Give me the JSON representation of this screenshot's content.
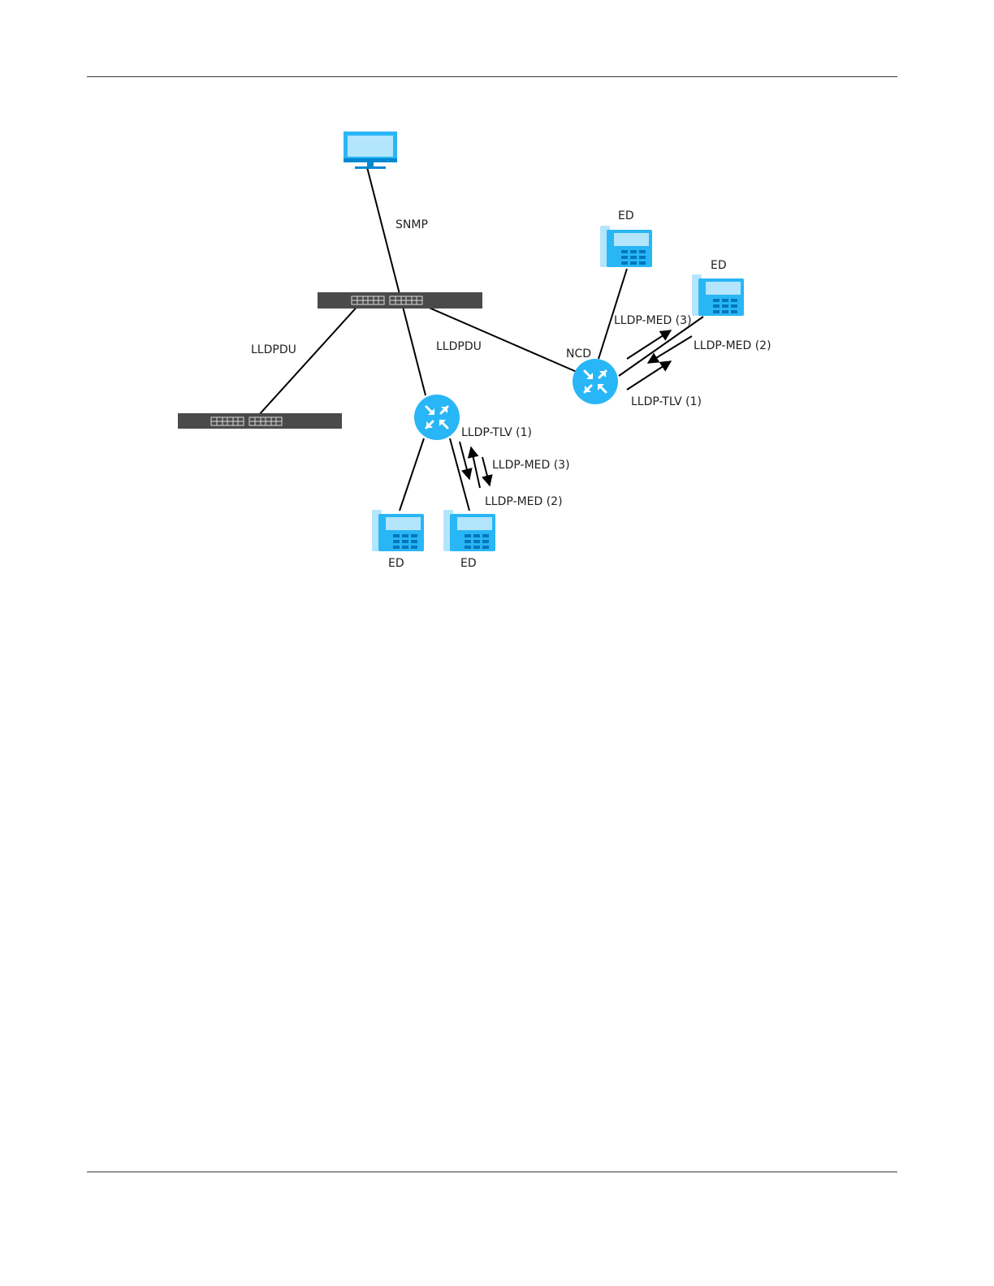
{
  "diagram": {
    "labels": {
      "snmp": "SNMP",
      "lldpdu_left": "LLDPDU",
      "lldpdu_center": "LLDPDU",
      "ncd": "NCD",
      "ed_top": "ED",
      "ed_right": "ED",
      "ed_bottom_left": "ED",
      "ed_bottom_right": "ED",
      "right_med3": "LLDP-MED (3)",
      "right_med2": "LLDP-MED (2)",
      "right_tlv1": "LLDP-TLV (1)",
      "bottom_tlv1": "LLDP-TLV (1)",
      "bottom_med3": "LLDP-MED (3)",
      "bottom_med2": "LLDP-MED (2)"
    },
    "icons": {
      "monitor": "monitor-icon",
      "switch": "network-switch-icon",
      "router": "router-icon",
      "phone": "ip-phone-icon"
    },
    "colors": {
      "device_blue": "#29b6f6",
      "device_blue_dark": "#0288d1",
      "screen_light": "#b3e5fc",
      "switch_body": "#4a4a4a",
      "line": "#000000"
    }
  }
}
